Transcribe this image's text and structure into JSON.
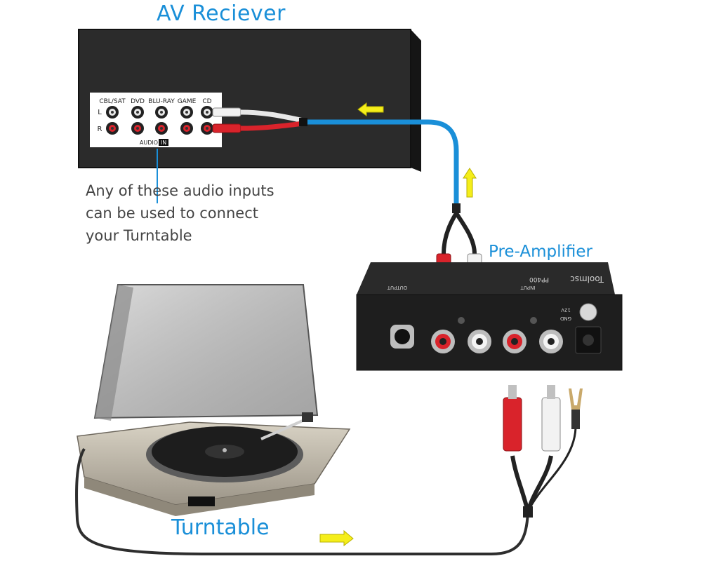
{
  "labels": {
    "av_receiver": "AV Reciever",
    "pre_amplifier": "Pre-Amplifier",
    "turntable": "Turntable"
  },
  "note_lines": [
    "Any of these audio inputs",
    "can be used to connect",
    "your Turntable"
  ],
  "receiver_panel": {
    "inputs": [
      "CBL/SAT",
      "DVD",
      "BLU-RAY",
      "GAME",
      "CD"
    ],
    "channels": [
      "L",
      "R"
    ],
    "footer_prefix": "AUDIO",
    "footer_badge": "IN"
  },
  "preamp_markings": {
    "brand": "Toolmsc",
    "model": "PP400",
    "output": "OUTPUT",
    "input": "INPUT",
    "power": "12V",
    "ground": "GND"
  },
  "colors": {
    "accent_blue": "#1a8fd8",
    "arrow_yellow": "#f5ee1a",
    "plug_red": "#d9232b",
    "plug_white": "#f2f2f2",
    "device_black": "#1e1e1e"
  },
  "icons": [
    "left-arrow-icon",
    "up-arrow-icon",
    "right-arrow-icon"
  ]
}
